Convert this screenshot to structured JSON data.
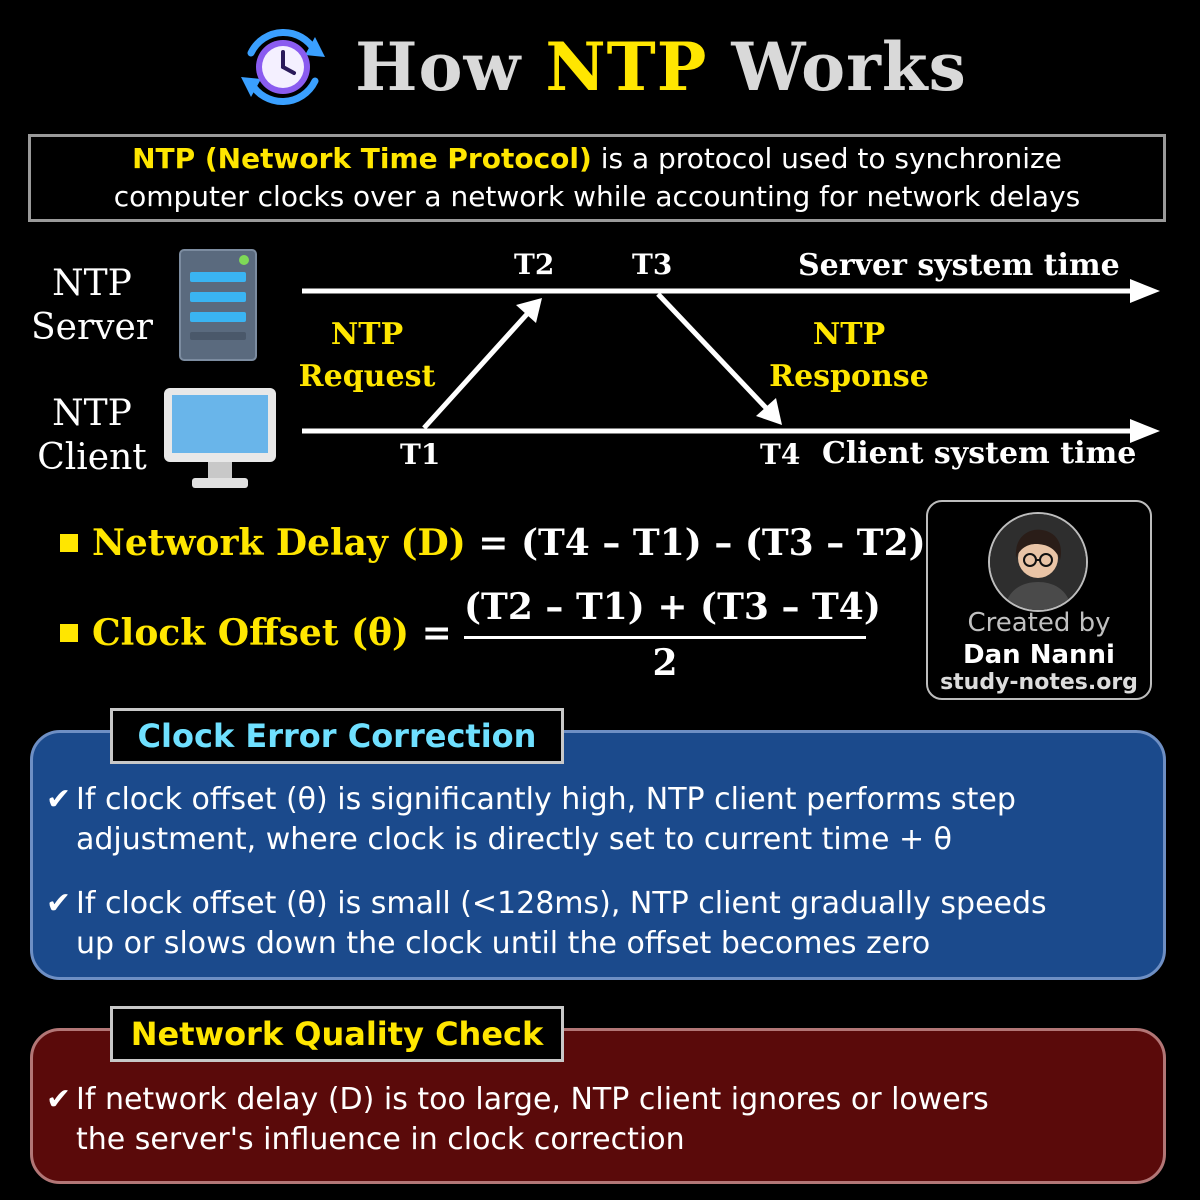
{
  "header": {
    "title_pre": "How ",
    "title_hl": "NTP",
    "title_post": " Works",
    "icon": "clock-sync-icon"
  },
  "definition": {
    "highlight": "NTP (Network Time Protocol)",
    "line1_rest": " is a protocol used to synchronize",
    "line2": "computer clocks over a network while accounting for network delays"
  },
  "diagram": {
    "server_label_1": "NTP",
    "server_label_2": "Server",
    "client_label_1": "NTP",
    "client_label_2": "Client",
    "server_icon": "server-icon",
    "client_icon": "monitor-icon",
    "t1": "T1",
    "t2": "T2",
    "t3": "T3",
    "t4": "T4",
    "server_axis": "Server system time",
    "client_axis": "Client system time",
    "request_1": "NTP",
    "request_2": "Request",
    "response_1": "NTP",
    "response_2": "Response"
  },
  "formulas": {
    "delay_label": "Network Delay (D)",
    "delay_expr": " = (T4 – T1) – (T3 – T2)",
    "offset_label": "Clock Offset (θ)",
    "offset_eq": " =",
    "offset_numerator": "(T2 – T1) + (T3 – T4)",
    "offset_denominator": "2"
  },
  "credit": {
    "created_by": "Created by",
    "author": "Dan Nanni",
    "site": "study-notes.org"
  },
  "correction": {
    "title": "Clock Error Correction",
    "points": [
      {
        "check": "✔",
        "line1": "If clock offset (θ) is significantly high, NTP client performs step",
        "line2": "adjustment, where clock is directly set to current time + θ"
      },
      {
        "check": "✔",
        "line1": "If clock offset (θ) is small (<128ms), NTP client gradually speeds",
        "line2": "up or slows down the clock until the offset becomes zero"
      }
    ]
  },
  "quality": {
    "title": "Network Quality Check",
    "points": [
      {
        "check": "✔",
        "line1": "If network delay (D) is too large, NTP client ignores or lowers",
        "line2": "the server's influence in clock correction"
      }
    ]
  },
  "colors": {
    "accent_yellow": "#ffe600",
    "correction_panel": "#1b4a8c",
    "quality_panel": "#5a0a0a",
    "correction_title": "#6fe0ff"
  }
}
